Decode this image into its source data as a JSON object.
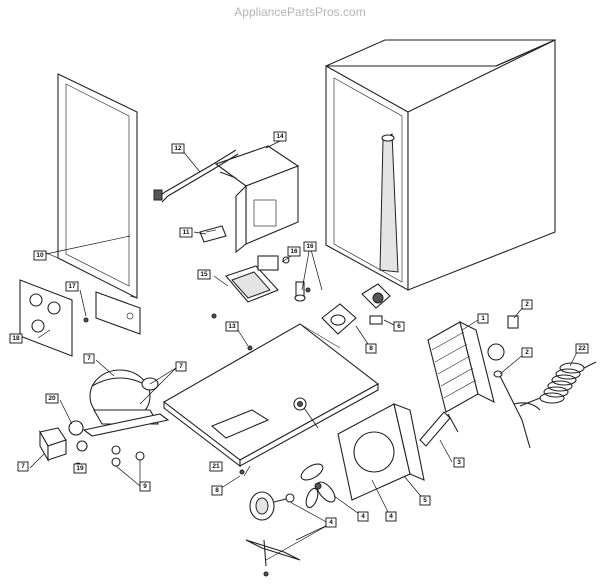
{
  "watermark": "AppliancePartsPros.com",
  "callouts": [
    {
      "id": "c14",
      "label": "14"
    },
    {
      "id": "c12",
      "label": "12"
    },
    {
      "id": "c11",
      "label": "11"
    },
    {
      "id": "c10",
      "label": "10"
    },
    {
      "id": "c16a",
      "label": "16"
    },
    {
      "id": "c16b",
      "label": "16"
    },
    {
      "id": "c15",
      "label": "15"
    },
    {
      "id": "c17",
      "label": "17"
    },
    {
      "id": "c18",
      "label": "18"
    },
    {
      "id": "c13",
      "label": "13"
    },
    {
      "id": "c7a",
      "label": "7"
    },
    {
      "id": "c7b",
      "label": "7"
    },
    {
      "id": "c7c",
      "label": "7"
    },
    {
      "id": "c20",
      "label": "20"
    },
    {
      "id": "c19",
      "label": "19"
    },
    {
      "id": "c9",
      "label": "9"
    },
    {
      "id": "c21",
      "label": "21"
    },
    {
      "id": "c8a",
      "label": "8"
    },
    {
      "id": "c8b",
      "label": "8"
    },
    {
      "id": "c6",
      "label": "6"
    },
    {
      "id": "c3",
      "label": "3"
    },
    {
      "id": "c5",
      "label": "5"
    },
    {
      "id": "c1",
      "label": "1"
    },
    {
      "id": "c2a",
      "label": "2"
    },
    {
      "id": "c2b",
      "label": "2"
    },
    {
      "id": "c22",
      "label": "22"
    },
    {
      "id": "c4a",
      "label": "4"
    },
    {
      "id": "c4b",
      "label": "4"
    },
    {
      "id": "c4c",
      "label": "4"
    }
  ]
}
